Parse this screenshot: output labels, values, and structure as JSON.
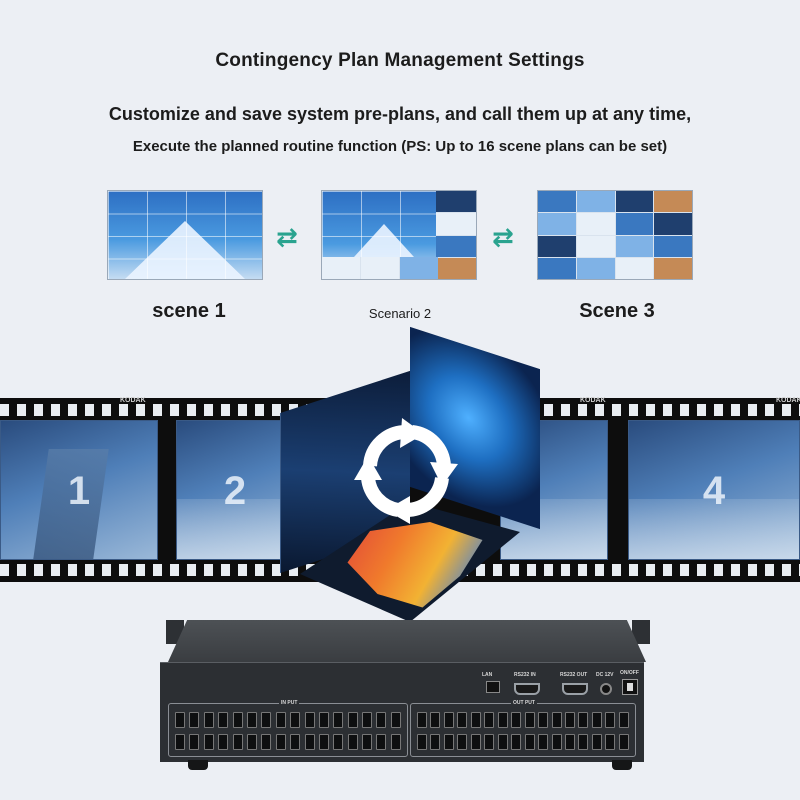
{
  "header": {
    "title": "Contingency Plan Management Settings",
    "line1": "Customize and save system pre-plans, and call them up at any time,",
    "line2": "Execute the planned routine function (PS: Up to 16 scene plans can be set)"
  },
  "scenes": [
    {
      "label": "scene 1"
    },
    {
      "label": "Scenario 2"
    },
    {
      "label": "Scene 3"
    }
  ],
  "swap_symbol": "⇄",
  "film": {
    "brand": "KODAK",
    "frames": [
      "1",
      "2",
      "4"
    ]
  },
  "device": {
    "lan": "LAN",
    "rs232_in": "RS232 IN",
    "rs232_out": "RS232 OUT",
    "dc": "DC 12V",
    "power": "ON/OFF",
    "inputs": "IN PUT",
    "outputs": "OUT PUT"
  },
  "colors": {
    "accent_swap": "#2aa38f",
    "background": "#eceff4"
  }
}
